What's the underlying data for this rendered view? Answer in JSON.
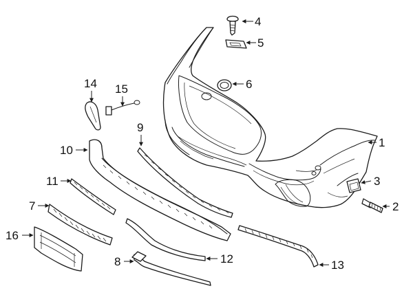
{
  "callouts": [
    {
      "n": "1"
    },
    {
      "n": "2"
    },
    {
      "n": "3"
    },
    {
      "n": "4"
    },
    {
      "n": "5"
    },
    {
      "n": "6"
    },
    {
      "n": "7"
    },
    {
      "n": "8"
    },
    {
      "n": "9"
    },
    {
      "n": "10"
    },
    {
      "n": "11"
    },
    {
      "n": "12"
    },
    {
      "n": "13"
    },
    {
      "n": "14"
    },
    {
      "n": "15"
    },
    {
      "n": "16"
    }
  ]
}
